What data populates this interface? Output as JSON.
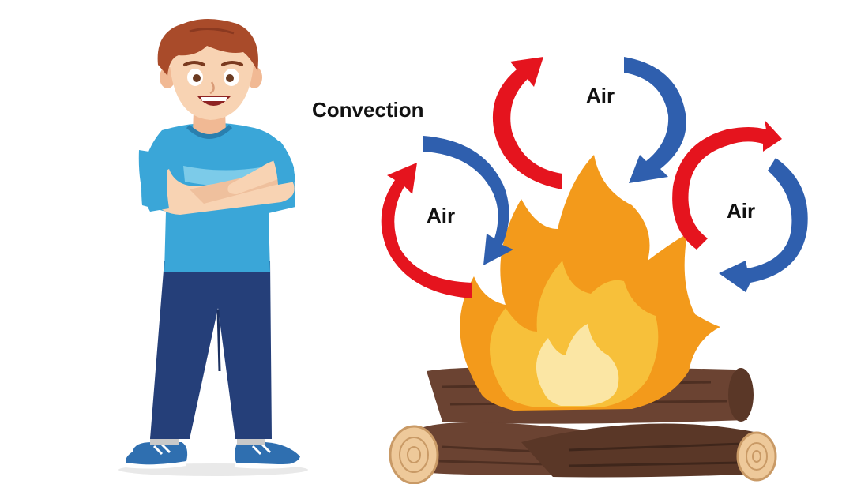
{
  "labels": {
    "title": "Convection",
    "air_left": "Air",
    "air_top": "Air",
    "air_right": "Air"
  },
  "colors": {
    "warm_arrow": "#e5141e",
    "cool_arrow": "#2f5fae",
    "flame_outer": "#f39a1b",
    "flame_middle": "#f7c03a",
    "flame_inner": "#fbe6a4",
    "log": "#6b4332",
    "log_end": "#eec99a",
    "shirt": "#3aa6d8",
    "pants": "#253f79",
    "hair": "#a94b2a",
    "skin": "#f8d3b3"
  },
  "icons": {
    "person": "person-illustration",
    "fire": "campfire-illustration"
  }
}
